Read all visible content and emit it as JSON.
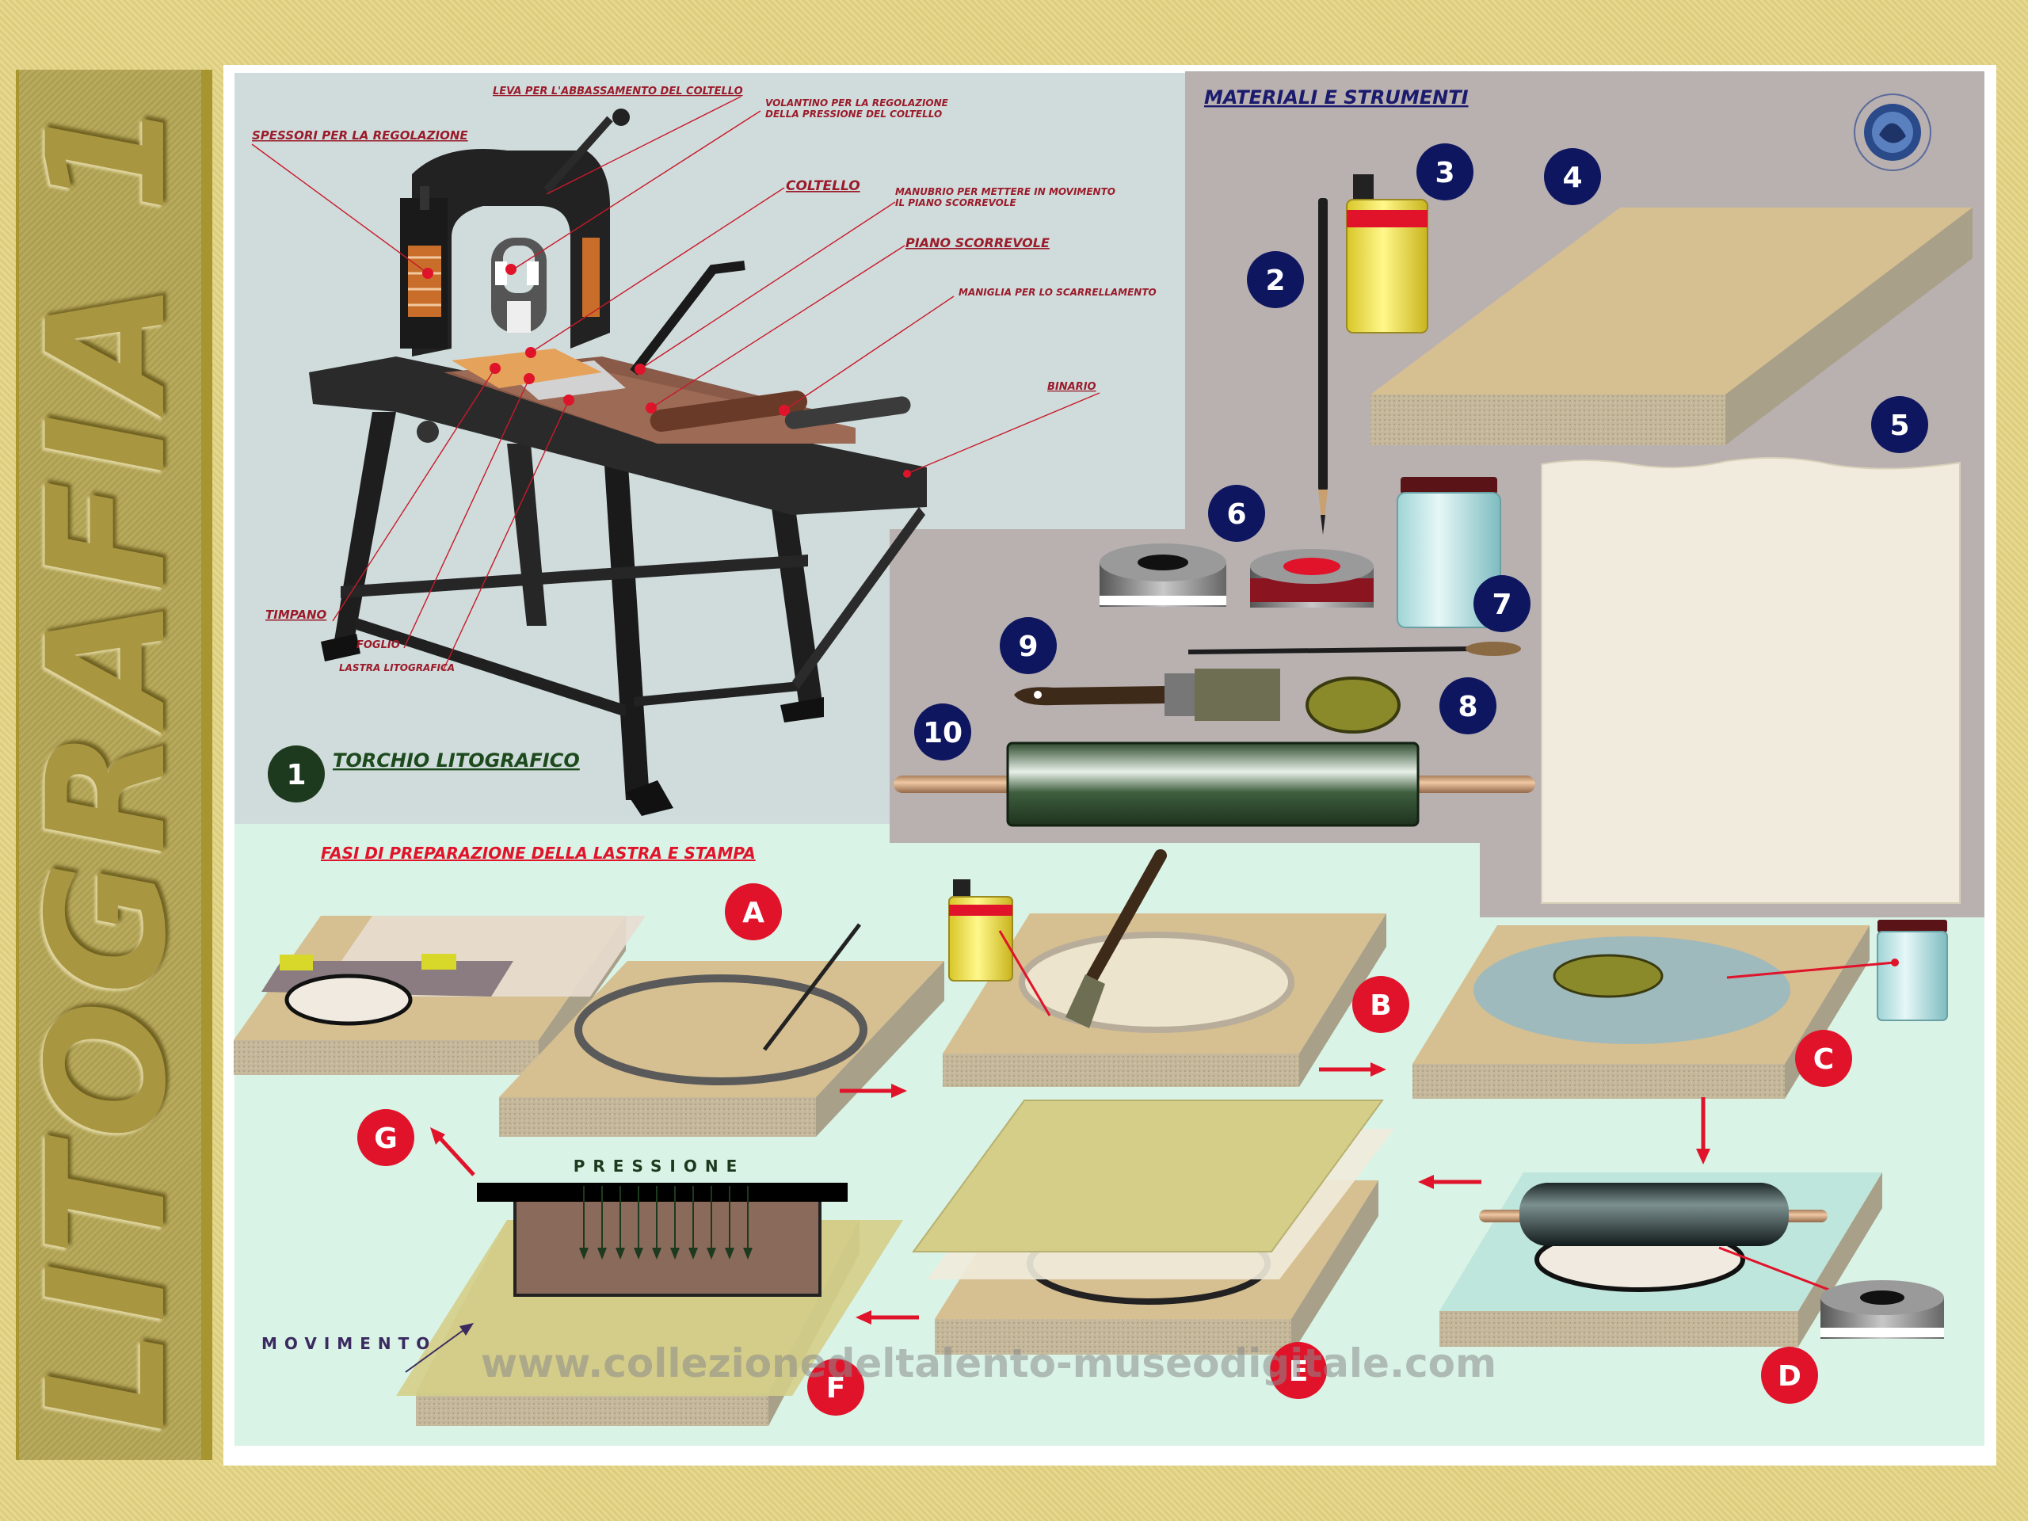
{
  "side_title": "LITOGRAFIA 1",
  "press": {
    "number": "1",
    "title": "TORCHIO LITOGRAFICO",
    "labels": {
      "leva": "LEVA PER L'ABBASSAMENTO DEL COLTELLO",
      "volantino_1": "VOLANTINO PER LA REGOLAZIONE",
      "volantino_2": "DELLA PRESSIONE DEL COLTELLO",
      "spessori": "SPESSORI PER LA REGOLAZIONE",
      "coltello": "COLTELLO",
      "manubrio_1": "MANUBRIO PER METTERE IN MOVIMENTO",
      "manubrio_2": "IL PIANO SCORREVOLE",
      "piano": "PIANO SCORREVOLE",
      "maniglia": "MANIGLIA PER LO SCARRELLAMENTO",
      "binario": "BINARIO",
      "timpano": "TIMPANO",
      "foglio": "FOGLIO",
      "lastra": "LASTRA LITOGRAFICA"
    }
  },
  "materials": {
    "title": "MATERIALI E STRUMENTI",
    "numbers": [
      "2",
      "3",
      "4",
      "5",
      "6",
      "7",
      "8",
      "9",
      "10"
    ]
  },
  "phases": {
    "title": "FASI DI PREPARAZIONE DELLA LASTRA E STAMPA",
    "letters": [
      "A",
      "B",
      "C",
      "D",
      "E",
      "F",
      "G"
    ],
    "pressione": "PRESSIONE",
    "movimento": "MOVIMENTO"
  },
  "watermark": "www.collezionedeltalento-museodigitale.com",
  "colors": {
    "label_red": "#9b1b2a",
    "phase_red": "#e0132a",
    "badge_navy": "#0e1660",
    "badge_green": "#1e3a1e",
    "title_navy": "#1b1b6e",
    "title_green": "#1d4a1d",
    "stone": "#c9b98a",
    "stone_side": "#b9ad8c"
  }
}
